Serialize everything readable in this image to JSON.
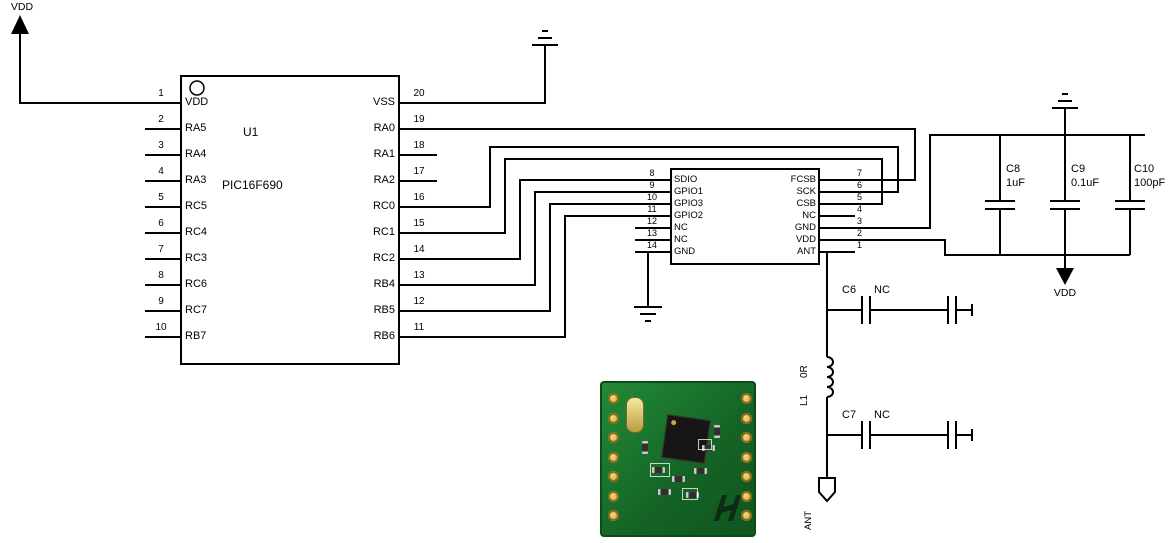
{
  "u1": {
    "designator": "U1",
    "part": "PIC16F690",
    "left_pins": [
      {
        "num": "1",
        "name": "VDD"
      },
      {
        "num": "2",
        "name": "RA5"
      },
      {
        "num": "3",
        "name": "RA4"
      },
      {
        "num": "4",
        "name": "RA3"
      },
      {
        "num": "5",
        "name": "RC5"
      },
      {
        "num": "6",
        "name": "RC4"
      },
      {
        "num": "7",
        "name": "RC3"
      },
      {
        "num": "8",
        "name": "RC6"
      },
      {
        "num": "9",
        "name": "RC7"
      },
      {
        "num": "10",
        "name": "RB7"
      }
    ],
    "right_pins": [
      {
        "num": "20",
        "name": "VSS"
      },
      {
        "num": "19",
        "name": "RA0"
      },
      {
        "num": "18",
        "name": "RA1"
      },
      {
        "num": "17",
        "name": "RA2"
      },
      {
        "num": "16",
        "name": "RC0"
      },
      {
        "num": "15",
        "name": "RC1"
      },
      {
        "num": "14",
        "name": "RC2"
      },
      {
        "num": "13",
        "name": "RB4"
      },
      {
        "num": "12",
        "name": "RB5"
      },
      {
        "num": "11",
        "name": "RB6"
      }
    ]
  },
  "rf_module": {
    "left_pins": [
      {
        "num": "8",
        "name": "SDIO"
      },
      {
        "num": "9",
        "name": "GPIO1"
      },
      {
        "num": "10",
        "name": "GPIO3"
      },
      {
        "num": "11",
        "name": "GPIO2"
      },
      {
        "num": "12",
        "name": "NC"
      },
      {
        "num": "13",
        "name": "NC"
      },
      {
        "num": "14",
        "name": "GND"
      }
    ],
    "right_pins": [
      {
        "num": "7",
        "name": "FCSB"
      },
      {
        "num": "6",
        "name": "SCK"
      },
      {
        "num": "5",
        "name": "CSB"
      },
      {
        "num": "4",
        "name": "NC"
      },
      {
        "num": "3",
        "name": "GND"
      },
      {
        "num": "2",
        "name": "VDD"
      },
      {
        "num": "1",
        "name": "ANT"
      }
    ]
  },
  "capacitors": {
    "c8": {
      "ref": "C8",
      "value": "1uF"
    },
    "c9": {
      "ref": "C9",
      "value": "0.1uF"
    },
    "c10": {
      "ref": "C10",
      "value": "100pF"
    },
    "c6": {
      "ref": "C6",
      "value": "NC"
    },
    "c7": {
      "ref": "C7",
      "value": "NC"
    }
  },
  "inductor": {
    "ref": "L1",
    "value": "0R"
  },
  "antenna": {
    "label": "ANT"
  },
  "power": {
    "vdd_top_left": "VDD",
    "vdd_bottom_right": "VDD"
  },
  "colors": {
    "wire": "#000000",
    "pcb_green": "#1f8632",
    "pad_gold": "#d8b13a"
  }
}
